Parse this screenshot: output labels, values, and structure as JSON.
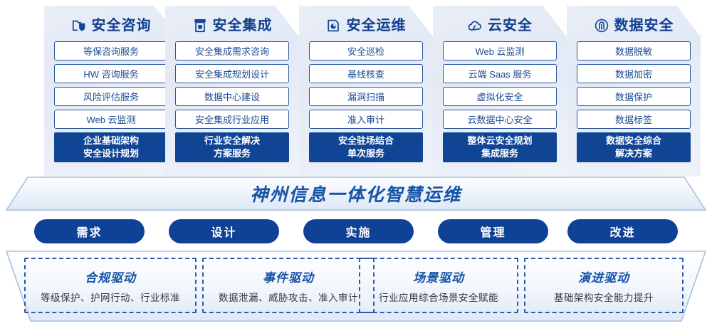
{
  "pillars": [
    {
      "icon": "folder-shield-icon",
      "title": "安全咨询",
      "items": [
        "等保咨询服务",
        "HW 咨询服务",
        "风险评估服务",
        "Web 云监测"
      ],
      "summary_line1": "企业基础架构",
      "summary_line2": "安全设计规划"
    },
    {
      "icon": "document-stack-icon",
      "title": "安全集成",
      "items": [
        "安全集成需求咨询",
        "安全集成规划设计",
        "数据中心建设",
        "安全集成行业应用"
      ],
      "summary_line1": "行业安全解决",
      "summary_line2": "方案服务"
    },
    {
      "icon": "monitor-chart-icon",
      "title": "安全运维",
      "items": [
        "安全巡检",
        "基线核查",
        "漏洞扫描",
        "准入审计"
      ],
      "summary_line1": "安全驻场结合",
      "summary_line2": "单次服务"
    },
    {
      "icon": "cloud-icon",
      "title": "云安全",
      "items": [
        "Web 云监测",
        "云端 Saas 服务",
        "虚拟化安全",
        "云数据中心安全"
      ],
      "summary_line1": "整体云安全规划",
      "summary_line2": "集成服务"
    },
    {
      "icon": "fingerprint-icon",
      "title": "数据安全",
      "items": [
        "数据脱敏",
        "数据加密",
        "数据保护",
        "数据标签"
      ],
      "summary_line1": "数据安全综合",
      "summary_line2": "解决方案"
    }
  ],
  "banner": {
    "text": "神州信息一体化智慧运维"
  },
  "phases": [
    "需求",
    "设计",
    "实施",
    "管理",
    "改进"
  ],
  "drivers": [
    {
      "title": "合规驱动",
      "desc": "等级保护、护网行动、行业标准"
    },
    {
      "title": "事件驱动",
      "desc": "数据泄漏、威胁攻击、准入审计"
    },
    {
      "title": "场景驱动",
      "desc": "行业应用综合场景安全赋能"
    },
    {
      "title": "演进驱动",
      "desc": "基础架构安全能力提升"
    }
  ],
  "colors": {
    "brand_blue": "#0f4196",
    "title_blue": "#0f3f8f",
    "banner_blue": "#1453a6",
    "item_border": "#27569e",
    "card_bg": "#e7edf6"
  }
}
